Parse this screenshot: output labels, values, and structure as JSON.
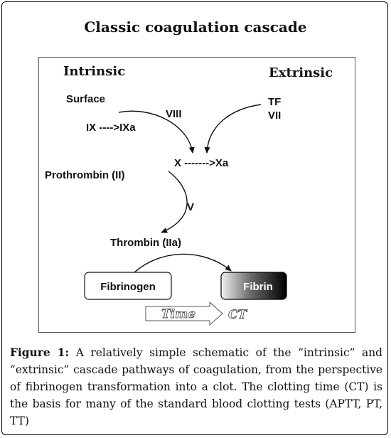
{
  "title": "Classic coagulation cascade",
  "diagram": {
    "intrinsic": "Intrinsic",
    "extrinsic": "Extrinsic",
    "surface": "Surface",
    "ix_ixa": "IX ---->IXa",
    "viii": "VIII",
    "tf": "TF",
    "vii": "VII",
    "x_xa": "X ------->Xa",
    "prothrombin": "Prothrombin (II)",
    "v": "V",
    "thrombin": "Thrombin (IIa)",
    "fibrinogen": "Fibrinogen",
    "fibrin": "Fibrin",
    "time": "Time",
    "ct": "CT"
  },
  "caption": {
    "label": "Figure 1:",
    "text": " A relatively simple schematic of the “intrinsic” and “extrinsic” cascade pathways of coagulation, from the perspective of fibrinogen transformation into a clot. The clotting time (CT) is the basis for many of the standard blood clotting tests (APTT, PT, TT)"
  }
}
